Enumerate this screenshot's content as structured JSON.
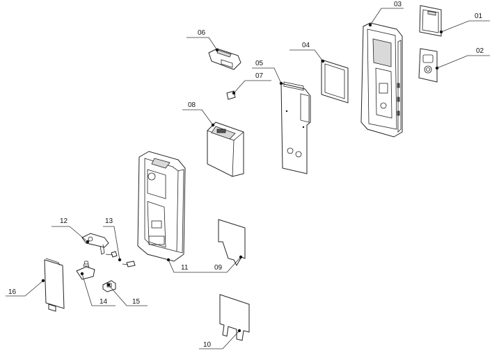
{
  "callouts": [
    {
      "id": "01",
      "label": "01"
    },
    {
      "id": "02",
      "label": "02"
    },
    {
      "id": "03",
      "label": "03"
    },
    {
      "id": "04",
      "label": "04"
    },
    {
      "id": "05",
      "label": "05"
    },
    {
      "id": "06",
      "label": "06"
    },
    {
      "id": "07",
      "label": "07"
    },
    {
      "id": "08",
      "label": "08"
    },
    {
      "id": "09",
      "label": "09"
    },
    {
      "id": "10",
      "label": "10"
    },
    {
      "id": "11",
      "label": "11"
    },
    {
      "id": "12",
      "label": "12"
    },
    {
      "id": "13",
      "label": "13"
    },
    {
      "id": "14",
      "label": "14"
    },
    {
      "id": "15",
      "label": "15"
    },
    {
      "id": "16",
      "label": "16"
    }
  ]
}
